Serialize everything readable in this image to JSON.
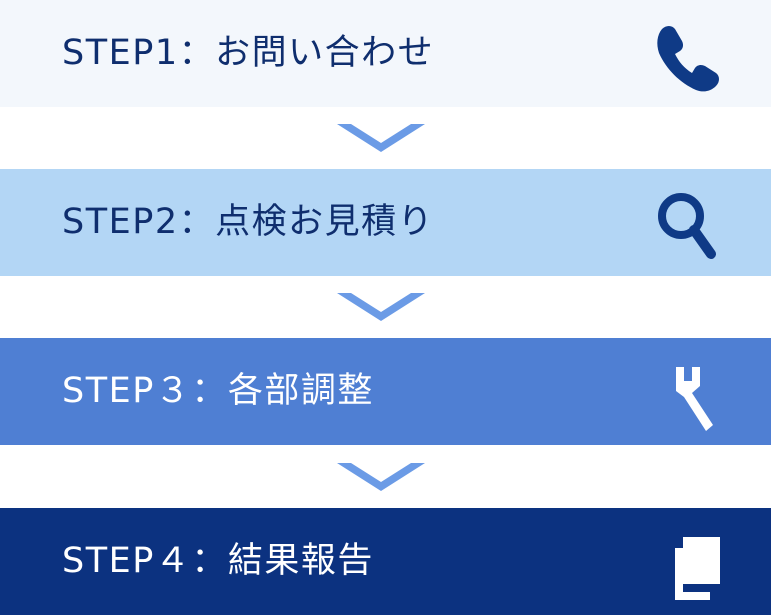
{
  "steps": [
    {
      "label": "STEP1：お問い合わせ",
      "icon": "phone-icon"
    },
    {
      "label": "STEP2：点検お見積り",
      "icon": "search-icon"
    },
    {
      "label": "STEP３：各部調整",
      "icon": "wrench-icon"
    },
    {
      "label": "STEP４：結果報告",
      "icon": "documents-icon"
    }
  ],
  "colors": {
    "step1_bg": "#f3f7fc",
    "step2_bg": "#b3d6f5",
    "step3_bg": "#4f7fd3",
    "step4_bg": "#0c3280",
    "dark_text": "#0f2e6e",
    "chevron": "#6b9be6"
  },
  "connector_icon": "chevron-down-icon"
}
